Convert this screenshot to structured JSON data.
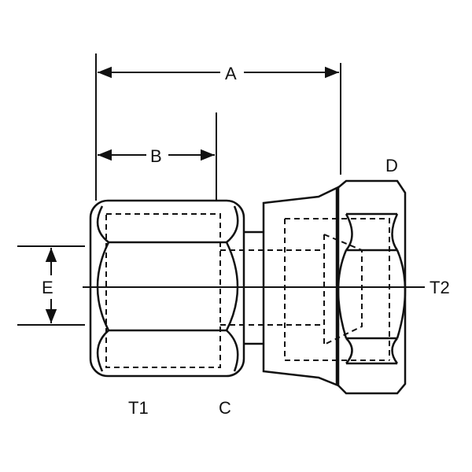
{
  "diagram": {
    "title_labels": {
      "A": "A",
      "B": "B",
      "C": "C",
      "D": "D",
      "E": "E",
      "T1": "T1",
      "T2": "T2"
    },
    "colors": {
      "line": "#111111",
      "background": "#ffffff"
    }
  }
}
